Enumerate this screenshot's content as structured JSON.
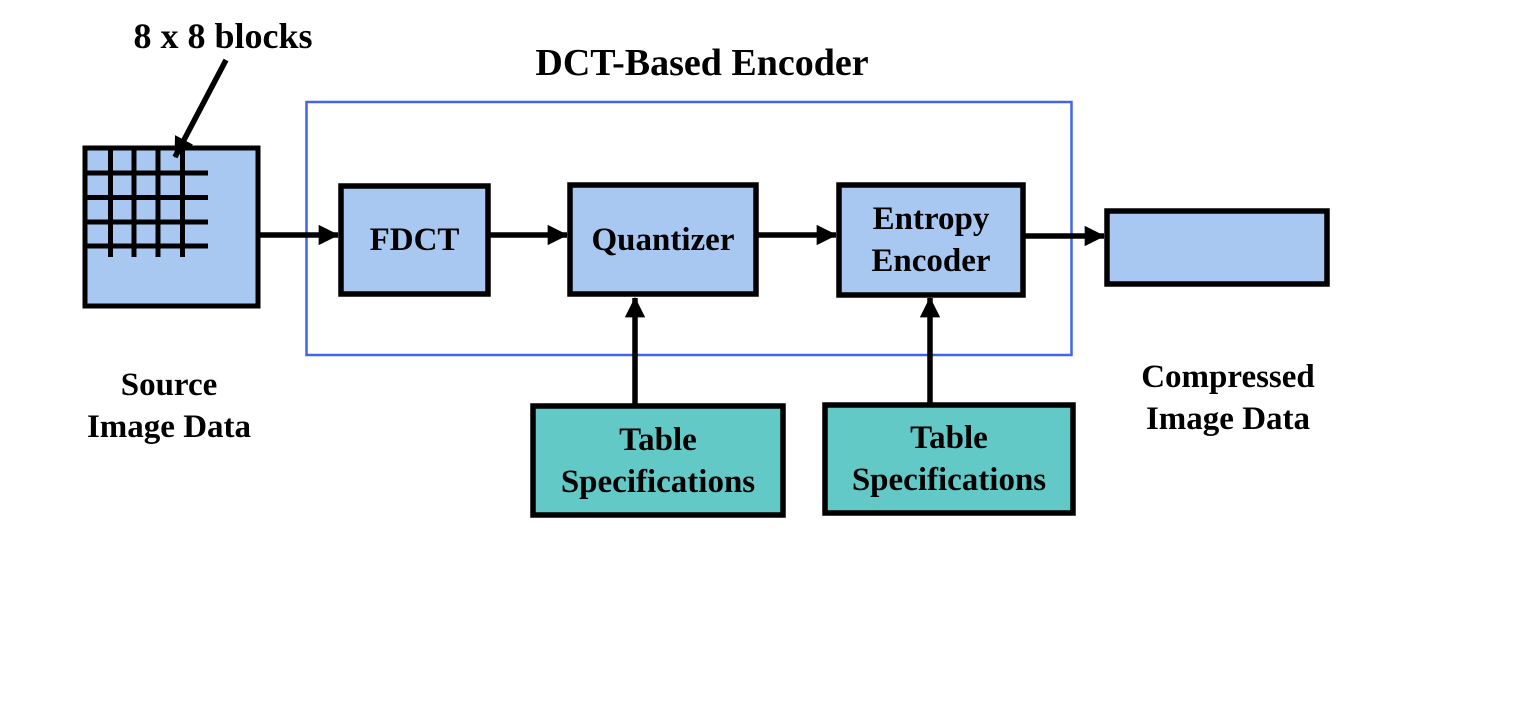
{
  "diagram": {
    "title": "DCT-Based Encoder",
    "annotation_8x8": "8 x 8 blocks",
    "source_label": "Source\nImage Data",
    "compressed_label": "Compressed\nImage Data",
    "blocks": {
      "fdct": "FDCT",
      "quantizer": "Quantizer",
      "entropy_encoder": "Entropy\nEncoder",
      "table_spec_left": "Table\nSpecifications",
      "table_spec_right": "Table\nSpecifications"
    },
    "colors": {
      "process_box_fill": "#A8C8F2",
      "table_box_fill": "#63C9C7",
      "encoder_frame_stroke": "#4365E8",
      "arrow_color": "#000000"
    }
  }
}
